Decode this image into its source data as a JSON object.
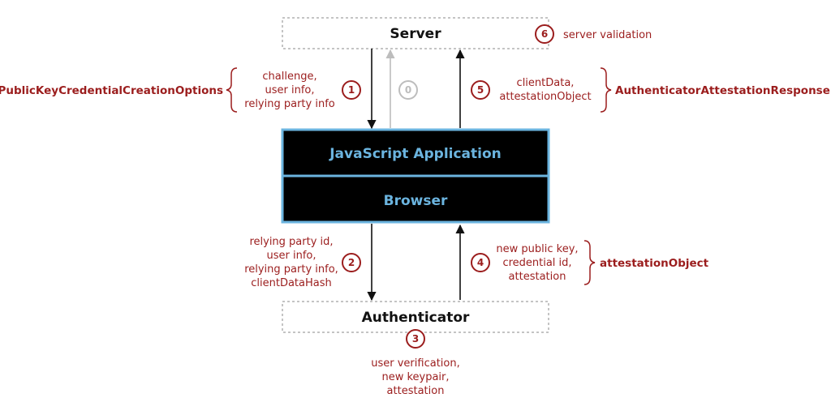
{
  "nodes": {
    "server": "Server",
    "js_app": "JavaScript Application",
    "browser": "Browser",
    "authenticator": "Authenticator"
  },
  "steps": {
    "s0": "0",
    "s1": "1",
    "s2": "2",
    "s3": "3",
    "s4": "4",
    "s5": "5",
    "s6": "6"
  },
  "labels": {
    "server_validation": "server validation",
    "step1": [
      "challenge,",
      "user info,",
      "relying party info"
    ],
    "step1_group": "PublicKeyCredentialCreationOptions",
    "step5": [
      "clientData,",
      "attestationObject"
    ],
    "step5_group": "AuthenticatorAttestationResponse",
    "step2": [
      "relying party id,",
      "user info,",
      "relying party info,",
      "clientDataHash"
    ],
    "step4": [
      "new public key,",
      "credential id,",
      "attestation"
    ],
    "step4_group": "attestationObject",
    "step3": [
      "user verification,",
      "new keypair,",
      "attestation"
    ]
  },
  "colors": {
    "accent_red": "#9b1d1d",
    "app_box_fill": "#000000",
    "app_box_border": "#6bb4df",
    "app_text": "#6bb4df",
    "muted_gray": "#bdbdbd"
  }
}
